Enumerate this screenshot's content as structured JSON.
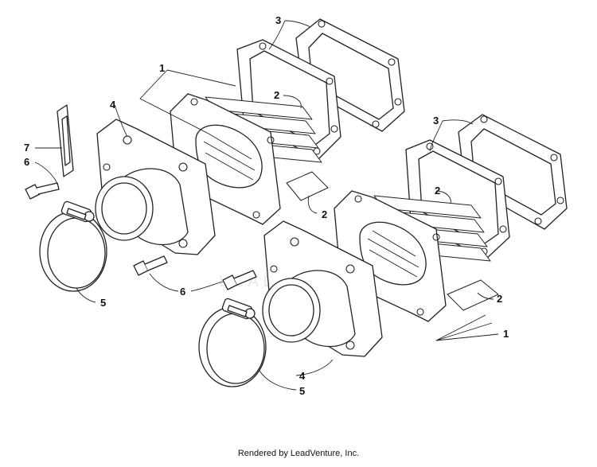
{
  "callouts": [
    "1",
    "2",
    "3",
    "4",
    "5",
    "6",
    "7"
  ],
  "watermark": "LEADVENTURE",
  "footer": "Rendered by LeadVenture, Inc."
}
